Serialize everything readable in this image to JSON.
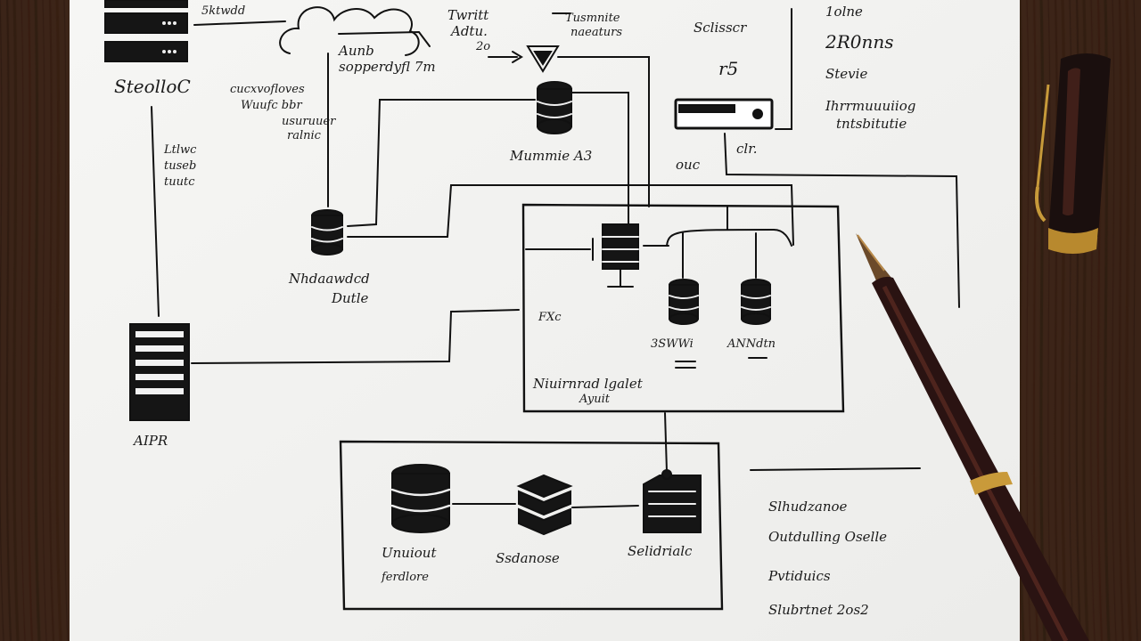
{
  "labels": {
    "top_left_small": "5ktwdd",
    "server_stack_label": "SteolloC",
    "left_side_note": [
      "Ltlwc",
      "tuseb",
      "tuutc"
    ],
    "top_center_note": [
      "Aunb",
      "sopperdyfl 7m"
    ],
    "mid_left_note": [
      "cucxvofloves",
      "Wuufc bbr",
      "usuruuer",
      "ralnic"
    ],
    "top_note_a": [
      "Twritt",
      "Adtu.",
      "2o"
    ],
    "top_note_b": [
      "Tusmnite",
      "naeaturs"
    ],
    "db_top_label": "Mummie A3",
    "router_side": "ouc",
    "router_top": [
      "Sclisscr",
      "r5"
    ],
    "router_bottom": "clr.",
    "right_list": [
      "1olne",
      "2R0nns",
      "Stevie",
      "Ihrrmuuuiiog",
      "tntsbitutie"
    ],
    "left_db_label": [
      "Nhdaawdcd",
      "Dutle"
    ],
    "air_label": "AIPR",
    "box_fxc": "FXc",
    "box_db_labels": [
      "3SWWi",
      "ANNdtn"
    ],
    "box_caption": [
      "Niuirnrad lgalet",
      "Ayuit"
    ],
    "bottom_labels": [
      "Unuiout",
      "ferdlore",
      "Ssdanose",
      "Selidrialc"
    ],
    "bottom_right_list": [
      "Slhudzanoe",
      "Outdulling Oselle",
      "Pvtiduics",
      "Slubrtnet 2os2"
    ]
  }
}
